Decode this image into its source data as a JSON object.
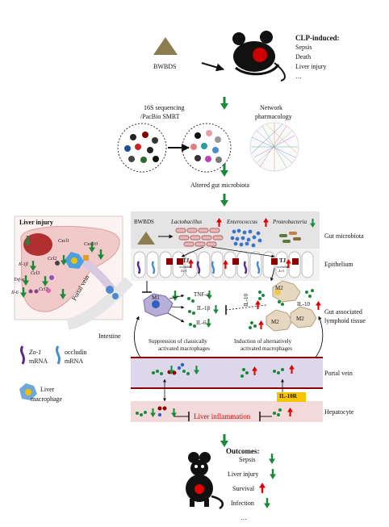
{
  "header": {
    "drug_label": "BWBDS",
    "clp_title": "CLP-induced:",
    "clp_items": [
      "Sepsis",
      "Death",
      "Liver injury",
      "…"
    ]
  },
  "methods": {
    "sequencing": [
      "16S sequencing",
      "/PacBio SMRT"
    ],
    "network": [
      "Network",
      "pharmacology"
    ]
  },
  "altered_label": "Altered gut microbiota",
  "liver_panel": {
    "title": "Liver injury",
    "genes": [
      "Cxcl1",
      "Cxcl10",
      "Il-1β",
      "Ccl2",
      "Tnf-α",
      "Ccl3",
      "Il-6",
      "Ccl7"
    ],
    "portal_vein": "Portal vein",
    "intestine": "Intestine"
  },
  "legend": {
    "zo1_name": "Zo-1",
    "zo1_unit": "mRNA",
    "occludin_name": "occludin",
    "occludin_unit": "mRNA",
    "macrophage": [
      "Liver",
      "macrophage"
    ]
  },
  "mechanism": {
    "bwbds": "BWBDS",
    "bacteria": [
      "Lactobacillus",
      "Enterococcus",
      "Proteobacteria"
    ],
    "tj": "TJ",
    "tj_sub": [
      "occludin",
      "Zo-1"
    ],
    "m1": "M1",
    "m2": "M2",
    "cytokines_left": [
      "TNF-α",
      "IL-1β",
      "IL-6"
    ],
    "il10": "IL-10",
    "suppression": [
      "Suppression of classically",
      "activated macrophages"
    ],
    "induction": [
      "Induction of alternatively",
      "activated macrophages"
    ],
    "il10r": "IL-10R",
    "liver_inflammation": "Liver inflammation"
  },
  "row_labels": {
    "microbiota": "Gut microbiota",
    "epithelium": "Epithelium",
    "galt": [
      "Gut associated",
      "lymphoid tissue"
    ],
    "portal": "Portal vein",
    "hepatocyte": "Hepatocyte"
  },
  "outcomes": {
    "title": "Outcomes:",
    "items": [
      "Sepsis",
      "Liver injury",
      "Survival",
      "Infection",
      "…"
    ]
  },
  "colors": {
    "up_arrow": "#e00000",
    "down_arrow": "#1a8a3a",
    "gut_panel": "#dcdcdc",
    "liver": "#f2c9c9",
    "portal_band": "#dcd7ea",
    "hepatocyte_band": "#f3dada",
    "dark_red_line": "#8b0000"
  }
}
